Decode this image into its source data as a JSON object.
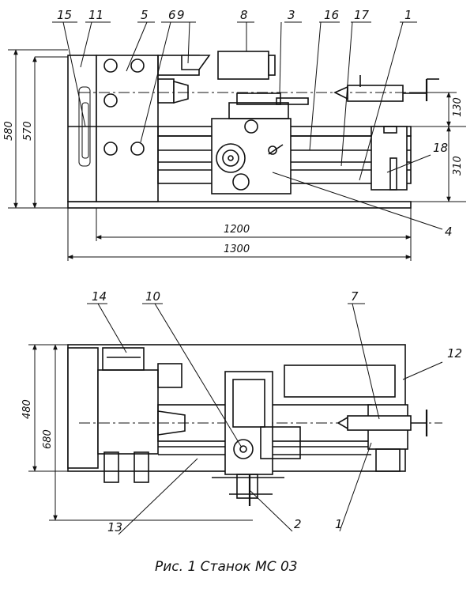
{
  "caption": "Рис. 1  Станок МС 03",
  "top_view_labels": {
    "l15": "15",
    "l11": "11",
    "l5": "5",
    "l6": "6",
    "l9": "9",
    "l8": "8",
    "l3": "3",
    "l16": "16",
    "l17": "17",
    "l1": "1",
    "l18": "18",
    "l4": "4"
  },
  "top_view_dims": {
    "d580": "580",
    "d570": "570",
    "d130": "130",
    "d310": "310",
    "d1200": "1200",
    "d1300": "1300"
  },
  "bottom_view_labels": {
    "l14": "14",
    "l10": "10",
    "l7": "7",
    "l12": "12",
    "l13": "13",
    "l2": "2",
    "l1b": "1"
  },
  "bottom_view_dims": {
    "d480": "480",
    "d680": "680"
  }
}
